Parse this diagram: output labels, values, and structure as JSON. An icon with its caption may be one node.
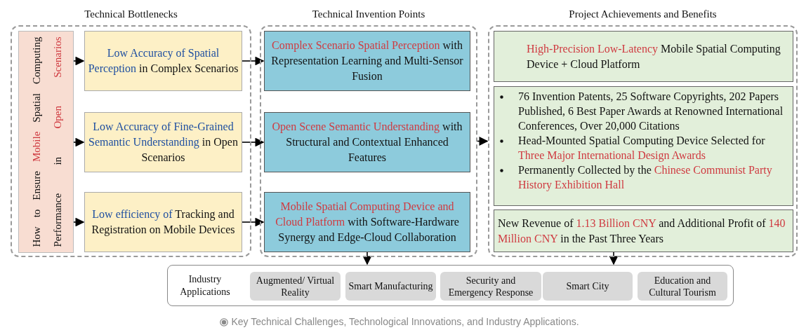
{
  "diagram": {
    "caption": "Key Technical Challenges, Technological Innovations, and Industry Applications.",
    "nodes": [
      {
        "text": [
          "Technical Bottlenecks"
        ]
      },
      {
        "text": [
          "How to Ensure **Mobile** Spatial Computing Performance in **Open Scenarios**"
        ],
        "in": 0
      },
      {
        "text": [
          "**Low Accuracy of Spatial Perception** in Complex Scenarios"
        ],
        "in": 0
      },
      {
        "text": [
          "**Low Accuracy of Fine-Grained Semantic Understanding** in Open Scenarios"
        ],
        "in": 0
      },
      {
        "text": [
          "**Low efficiency of** Tracking and Registration on Mobile Devices"
        ],
        "in": 0
      },
      {
        "text": [
          "Technical Invention Points"
        ]
      },
      {
        "text": [
          "**Complex Scenario Spatial Perception** with Representation Learning and Multi-Sensor Fusion"
        ],
        "in": 5
      },
      {
        "text": [
          "**Open Scene Semantic Understanding** with Structural and Contextual Enhanced Features"
        ],
        "in": 5
      },
      {
        "text": [
          "**Mobile Spatial Computing Device and Cloud Platform** with Software-Hardware Synergy and Edge-Cloud Collaboration"
        ],
        "in": 5
      },
      {
        "text": [
          "Project Achievements and Benefits"
        ]
      },
      {
        "text": [
          "**High-Precision Low-Latency** Mobile Spatial Computing Device + Cloud Platform"
        ],
        "in": 9
      },
      {
        "text": [
          "76 Invention Patents, 25 Software Copyrights, 202 Papers Published, 6 Best Paper Awards at Renowned International Conferences, Over 20,000 Citations",
          "Head-Mounted Spatial Computing Device Selected for **Three Major International Design Awards**",
          "Permanently Collected by the **Chinese Communist Party History Exhibition Hall**"
        ],
        "in": 9
      },
      {
        "text": [
          "New Revenue of **1.13 Billion CNY** and Additional Profit of **140 Million CNY** in the Past Three Years"
        ],
        "in": 9
      },
      {
        "text": [
          "Industry Applications"
        ]
      },
      {
        "text": [
          "Augmented/ Virtual Reality"
        ],
        "in": 13
      },
      {
        "text": [
          "Smart Manufacturing"
        ],
        "in": 13
      },
      {
        "text": [
          "Security and Emergency Response"
        ],
        "in": 13
      },
      {
        "text": [
          "Smart City"
        ],
        "in": 13
      },
      {
        "text": [
          "Education and Cultural Tourism"
        ],
        "in": 13
      }
    ],
    "edges": [
      {
        "from": 1,
        "to": 2,
        "arrow": "to"
      },
      {
        "from": 1,
        "to": 3,
        "arrow": "to"
      },
      {
        "from": 1,
        "to": 4,
        "arrow": "to"
      },
      {
        "from": 2,
        "to": 6,
        "arrow": "to"
      },
      {
        "from": 3,
        "to": 7,
        "arrow": "to"
      },
      {
        "from": 4,
        "to": 8,
        "arrow": "to"
      },
      {
        "from": 5,
        "to": 9,
        "arrow": "to"
      },
      {
        "from": 8,
        "to": 13,
        "arrow": "to"
      },
      {
        "from": 12,
        "to": 13,
        "arrow": "to"
      }
    ]
  }
}
